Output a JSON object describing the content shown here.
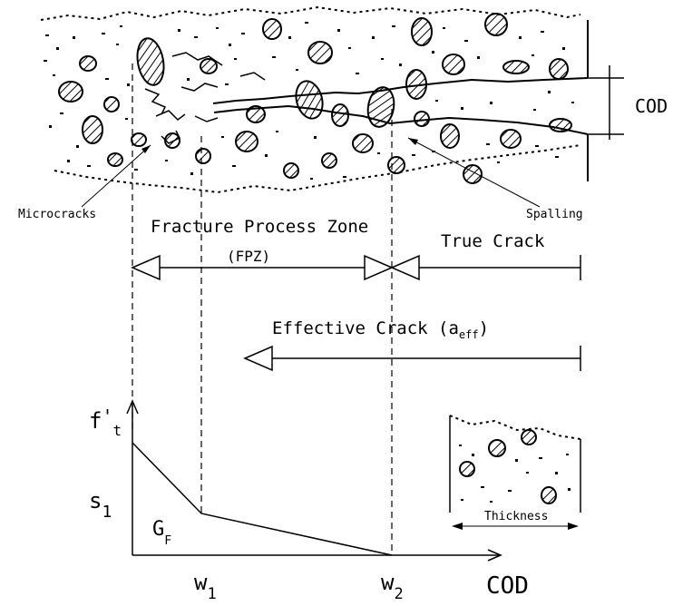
{
  "labels": {
    "cod_top": "COD",
    "microcracks": "Microcracks",
    "spalling": "Spalling",
    "fpz_title": "Fracture Process Zone",
    "fpz_abbrev": "(FPZ)",
    "true_crack": "True Crack",
    "effective_crack": "Effective Crack (a",
    "effective_sub": "eff",
    "effective_close": ")",
    "ft_main": "f",
    "ft_prime": "'",
    "ft_sub": "t",
    "s1_main": "s",
    "s1_sub": "1",
    "gf_main": "G",
    "gf_sub": "F",
    "w1_main": "w",
    "w1_sub": "1",
    "w2_main": "w",
    "w2_sub": "2",
    "cod_axis": "COD",
    "thickness": "Thickness"
  }
}
